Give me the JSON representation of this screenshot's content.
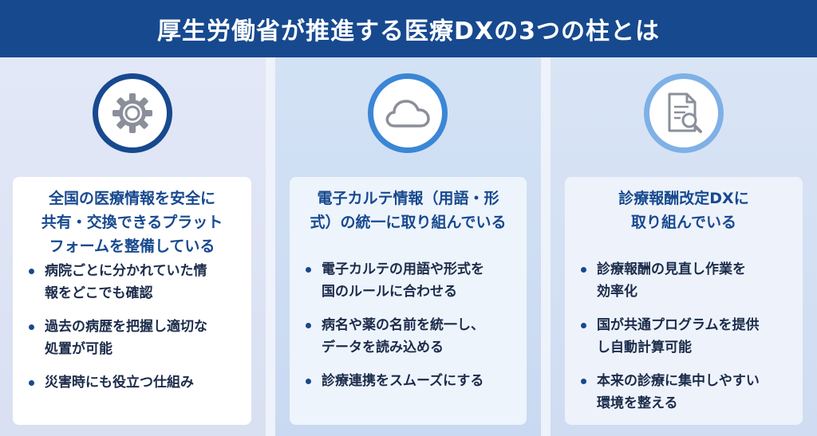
{
  "header": {
    "title": "厚生労働省が推進する医療DXの3つの柱とは"
  },
  "pillars": [
    {
      "icon": "gear-icon",
      "title_lines": [
        "全国の医療情報を安全に",
        "共有・交換できるプラット",
        "フォームを整備している"
      ],
      "items": [
        [
          "病院ごとに分かれていた情",
          "報をどこでも確認"
        ],
        [
          "過去の病歴を把握し適切な",
          "処置が可能"
        ],
        [
          "災害時にも役立つ仕組み"
        ]
      ]
    },
    {
      "icon": "cloud-icon",
      "title_lines": [
        "電子カルテ情報（用語・形",
        "式）の統一に取り組んでいる"
      ],
      "items": [
        [
          "電子カルテの用語や形式を",
          "国のルールに合わせる"
        ],
        [
          "病名や薬の名前を統一し、",
          "データを読み込める"
        ],
        [
          "診療連携をスムーズにする"
        ]
      ]
    },
    {
      "icon": "document-search-icon",
      "title_lines": [
        "診療報酬改定DXに",
        "取り組んでいる"
      ],
      "items": [
        [
          "診療報酬の見直し作業を",
          "効率化"
        ],
        [
          "国が共通プログラムを提供",
          "し自動計算可能"
        ],
        [
          "本来の診療に集中しやすい",
          "環境を整える"
        ]
      ]
    }
  ],
  "colors": {
    "header": "#17498f",
    "accent": "#3b86d6",
    "light": "#7fb0e6"
  }
}
